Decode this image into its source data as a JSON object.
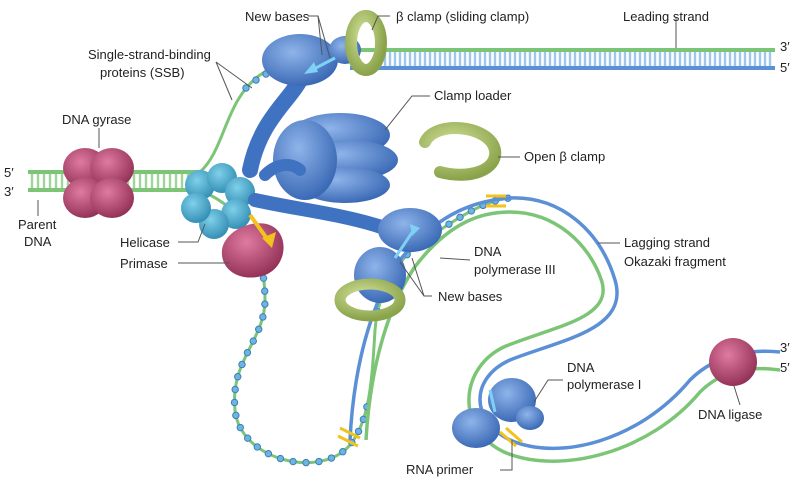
{
  "labels": {
    "new_bases_top": "New bases",
    "beta_clamp": "β clamp (sliding clamp)",
    "leading_strand": "Leading strand",
    "ssb_line1": "Single-strand-binding",
    "ssb_line2": "proteins (SSB)",
    "clamp_loader": "Clamp loader",
    "dna_gyrase": "DNA gyrase",
    "open_clamp": "Open β clamp",
    "five_prime_left": "5′",
    "three_prime_left": "3′",
    "parent_line1": "Parent",
    "parent_line2": "DNA",
    "helicase": "Helicase",
    "primase": "Primase",
    "pol3_line1": "DNA",
    "pol3_line2": "polymerase III",
    "new_bases_mid": "New bases",
    "lagging_line1": "Lagging strand",
    "lagging_line2": "Okazaki fragment",
    "three_prime_top_right": "3′",
    "five_prime_top_right": "5′",
    "three_prime_bottom_right": "3′",
    "five_prime_bottom_right": "5′",
    "pol1_line1": "DNA",
    "pol1_line2": "polymerase I",
    "dna_ligase": "DNA ligase",
    "rna_primer": "RNA primer"
  },
  "colors": {
    "strand_green": "#7cc576",
    "strand_blue": "#5b8fd6",
    "rung": "#9fc6ec",
    "primer_yellow": "#f2c21d",
    "polymerase_blue": "#3f73c2",
    "helicase_teal": "#3a9fc2",
    "gyrase_maroon": "#b8456e",
    "clamp_olive": "#a9bf6a",
    "ssb_blue": "#6fb3e0"
  }
}
